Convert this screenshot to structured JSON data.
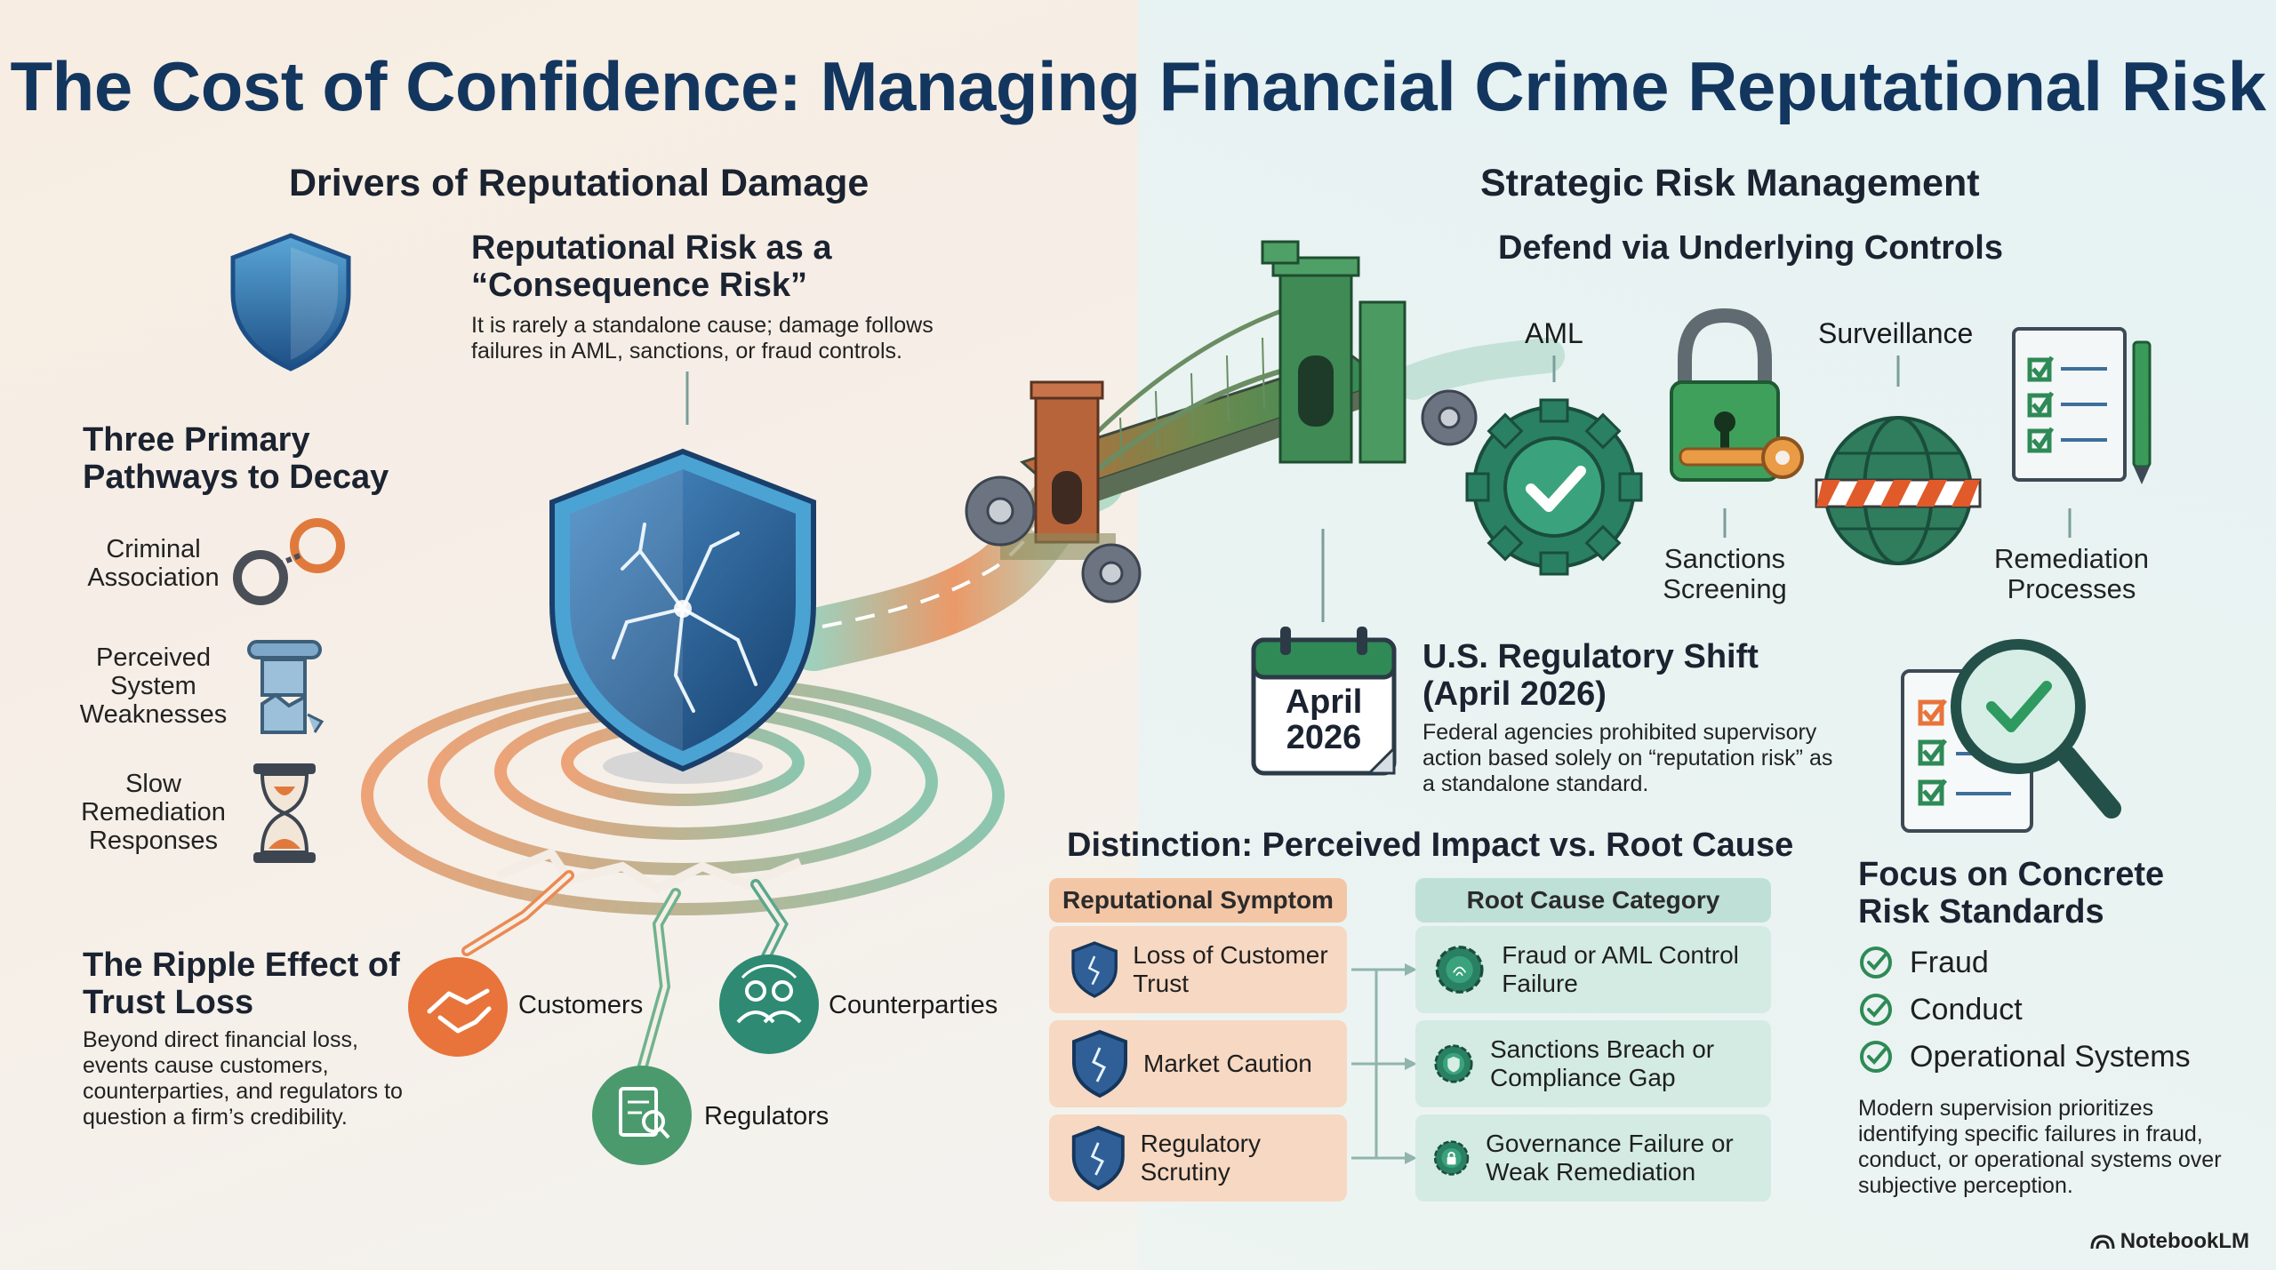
{
  "title": "The Cost of Confidence: Managing Financial Crime Reputational Risk",
  "left": {
    "section_title": "Drivers of Reputational Damage",
    "consequence": {
      "heading": "Reputational Risk as a “Consequence Risk”",
      "body": "It is rarely a standalone cause; damage follows failures in AML, sanctions, or fraud controls."
    },
    "pathways": {
      "heading": "Three Primary Pathways to Decay",
      "items": [
        {
          "label": "Criminal Association",
          "icon": "handcuffs-icon"
        },
        {
          "label": "Perceived System Weaknesses",
          "icon": "broken-pillar-icon"
        },
        {
          "label": "Slow Remediation Responses",
          "icon": "hourglass-icon"
        }
      ]
    },
    "ripple": {
      "heading": "The Ripple Effect of Trust Loss",
      "body": "Beyond direct financial loss, events cause customers, counterparties, and regulators to question a firm’s credibility."
    },
    "stakeholders": [
      {
        "label": "Customers",
        "icon": "handshake-icon",
        "color": "#e8743b"
      },
      {
        "label": "Counterparties",
        "icon": "people-icon",
        "color": "#2e8a73"
      },
      {
        "label": "Regulators",
        "icon": "document-search-icon",
        "color": "#4b9a6e"
      }
    ]
  },
  "right": {
    "section_title": "Strategic Risk Management",
    "controls": {
      "heading": "Defend via Underlying Controls",
      "items": [
        {
          "label": "AML",
          "icon": "gear-check-icon"
        },
        {
          "label": "Sanctions Screening",
          "icon": "padlock-key-icon"
        },
        {
          "label": "Surveillance",
          "icon": "globe-barrier-icon"
        },
        {
          "label": "Remediation Processes",
          "icon": "checklist-icon"
        }
      ]
    },
    "regulatory_shift": {
      "calendar_month": "April",
      "calendar_year": "2026",
      "heading": "U.S. Regulatory Shift (April 2026)",
      "body": "Federal agencies prohibited supervisory action based solely on “reputation risk” as a standalone standard."
    },
    "distinction": {
      "heading": "Distinction: Perceived Impact vs. Root Cause",
      "symptom_header": "Reputational Symptom",
      "cause_header": "Root Cause Category",
      "symptoms": [
        "Loss of Customer Trust",
        "Market Caution",
        "Regulatory Scrutiny"
      ],
      "causes": [
        "Fraud or AML Control Failure",
        "Sanctions Breach or Compliance Gap",
        "Governance Failure or Weak Remediation"
      ]
    },
    "standards": {
      "heading": "Focus on Concrete Risk Standards",
      "items": [
        "Fraud",
        "Conduct",
        "Operational Systems"
      ],
      "body": "Modern supervision prioritizes identifying specific failures in fraud, conduct, or operational systems over subjective perception."
    }
  },
  "brand": "NotebookLM",
  "colors": {
    "title": "#13365f",
    "orange": "#e8743b",
    "teal": "#2e8a73",
    "green": "#3f9a5c",
    "shield_blue": "#2f6aa3"
  }
}
